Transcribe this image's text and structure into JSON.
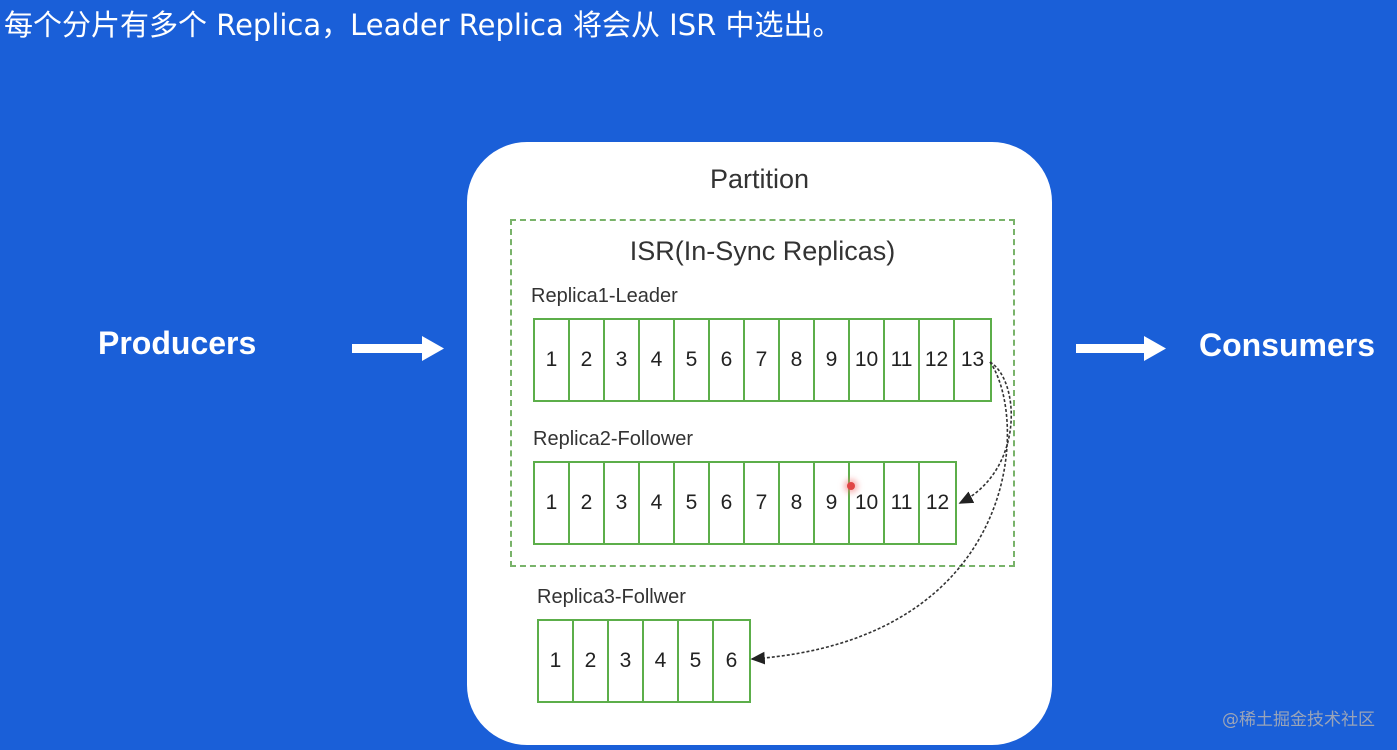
{
  "caption": "每个分片有多个 Replica，Leader Replica 将会从 ISR 中选出。",
  "producers_label": "Producers",
  "consumers_label": "Consumers",
  "partition_title": "Partition",
  "isr_title": "ISR(In-Sync Replicas)",
  "replicas": [
    {
      "label": "Replica1-Leader",
      "cells": [
        "1",
        "2",
        "3",
        "4",
        "5",
        "6",
        "7",
        "8",
        "9",
        "10",
        "11",
        "12",
        "13"
      ]
    },
    {
      "label": "Replica2-Follower",
      "cells": [
        "1",
        "2",
        "3",
        "4",
        "5",
        "6",
        "7",
        "8",
        "9",
        "10",
        "11",
        "12"
      ]
    },
    {
      "label": "Replica3-Follwer",
      "cells": [
        "1",
        "2",
        "3",
        "4",
        "5",
        "6"
      ]
    }
  ],
  "watermark": "@稀土掘金技术社区",
  "colors": {
    "background": "#1a5fd8",
    "cell_border": "#5cae4a",
    "isr_border": "#79b36a"
  }
}
